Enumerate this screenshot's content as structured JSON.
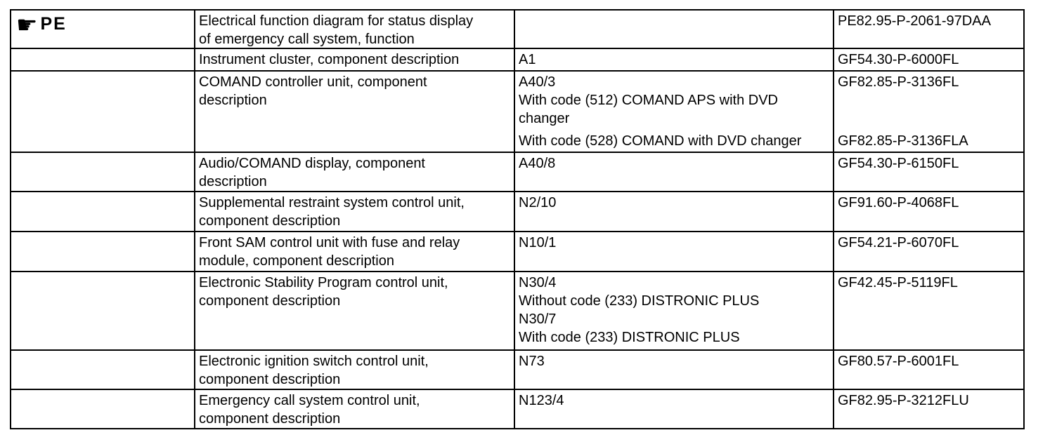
{
  "page": {
    "background_color": "#ffffff",
    "text_color": "#000000",
    "border_color": "#000000"
  },
  "reference_marker": {
    "icon": "pointing-hand-right",
    "label": "PE"
  },
  "table": {
    "columns": [
      "reference",
      "description",
      "component",
      "document_number"
    ],
    "rows": [
      {
        "reference": "PE",
        "description": "Electrical function diagram for status display\nof emergency call system, function",
        "component": "",
        "component_bottom": "",
        "document": "PE82.95-P-2061-97DAA",
        "document_bottom": ""
      },
      {
        "reference": "",
        "description": "Instrument cluster, component description",
        "component": "A1",
        "component_bottom": "",
        "document": "GF54.30-P-6000FL",
        "document_bottom": ""
      },
      {
        "reference": "",
        "description": "COMAND controller unit, component\ndescription",
        "component": "A40/3\nWith code (512) COMAND APS with DVD\nchanger",
        "component_bottom": "With code (528) COMAND with DVD changer",
        "document": "GF82.85-P-3136FL",
        "document_bottom": "GF82.85-P-3136FLA"
      },
      {
        "reference": "",
        "description": "Audio/COMAND display, component\ndescription",
        "component": "A40/8",
        "component_bottom": "",
        "document": "GF54.30-P-6150FL",
        "document_bottom": ""
      },
      {
        "reference": "",
        "description": "Supplemental restraint system control unit,\ncomponent description",
        "component": "N2/10",
        "component_bottom": "",
        "document": "GF91.60-P-4068FL",
        "document_bottom": ""
      },
      {
        "reference": "",
        "description": "Front SAM control unit with fuse and relay\nmodule, component description",
        "component": "N10/1",
        "component_bottom": "",
        "document": "GF54.21-P-6070FL",
        "document_bottom": ""
      },
      {
        "reference": "",
        "description": "Electronic Stability Program control unit,\ncomponent description",
        "component": "N30/4\nWithout code (233) DISTRONIC PLUS\nN30/7\nWith code (233) DISTRONIC PLUS",
        "component_bottom": "",
        "document": "GF42.45-P-5119FL",
        "document_bottom": ""
      },
      {
        "reference": "",
        "description": "Electronic ignition switch control unit,\ncomponent description",
        "component": "N73",
        "component_bottom": "",
        "document": "GF80.57-P-6001FL",
        "document_bottom": ""
      },
      {
        "reference": "",
        "description": "Emergency call system control unit,\ncomponent description",
        "component": "N123/4",
        "component_bottom": "",
        "document": "GF82.95-P-3212FLU",
        "document_bottom": ""
      }
    ]
  }
}
